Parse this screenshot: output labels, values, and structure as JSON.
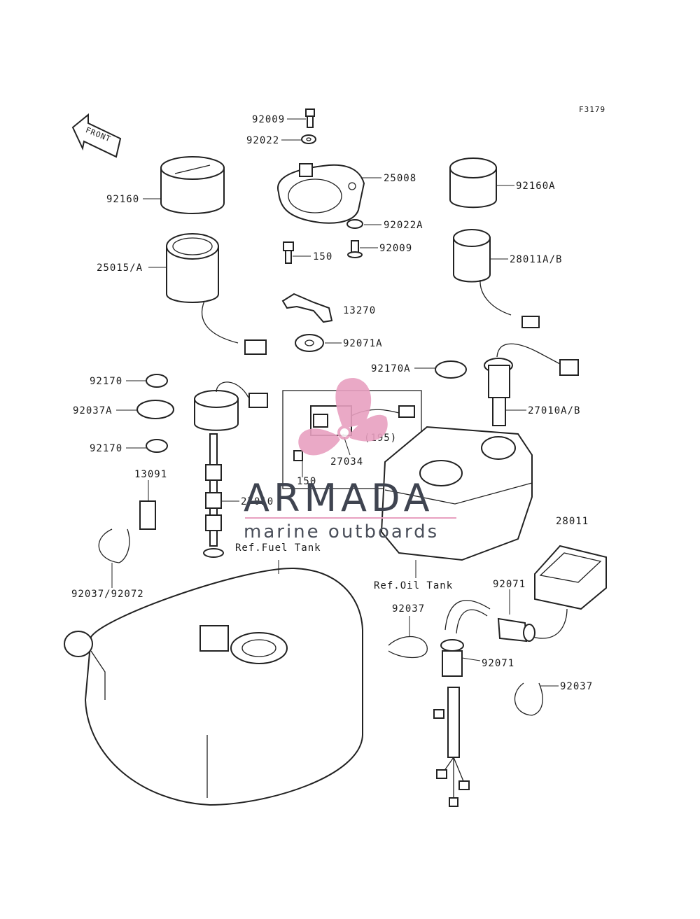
{
  "diagram": {
    "figure_code": "F3179",
    "front_label": "FRONT",
    "group_label": "(195)",
    "parts": [
      {
        "number": "92009"
      },
      {
        "number": "92022"
      },
      {
        "number": "25008"
      },
      {
        "number": "92022A"
      },
      {
        "number": "92009"
      },
      {
        "number": "150"
      },
      {
        "number": "13270"
      },
      {
        "number": "92071A"
      },
      {
        "number": "92160"
      },
      {
        "number": "25015/A"
      },
      {
        "number": "92160A"
      },
      {
        "number": "28011A/B"
      },
      {
        "number": "92170"
      },
      {
        "number": "92037A"
      },
      {
        "number": "92170"
      },
      {
        "number": "13091"
      },
      {
        "number": "92037/92072"
      },
      {
        "number": "27010"
      },
      {
        "number": "92170A"
      },
      {
        "number": "27010A/B"
      },
      {
        "number": "27034"
      },
      {
        "number": "150"
      },
      {
        "number": "28011"
      },
      {
        "number": "92071"
      },
      {
        "number": "92037"
      },
      {
        "number": "92071"
      },
      {
        "number": "92037"
      }
    ],
    "references": [
      "Ref.Fuel Tank",
      "Ref.Oil Tank"
    ]
  },
  "watermark": {
    "brand": "ARMADA",
    "tagline": "marine outboards",
    "logo_color": "#e8a0c0",
    "text_color": "#3f4450"
  }
}
